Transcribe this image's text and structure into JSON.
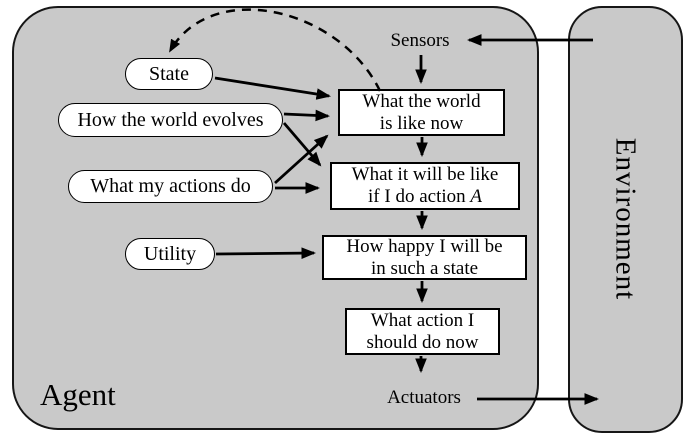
{
  "diagram": {
    "type": "agent-environment flow diagram (utility-based agent)",
    "agent": {
      "label": "Agent"
    },
    "environment": {
      "label": "Environment"
    },
    "io_labels": {
      "sensors": "Sensors",
      "actuators": "Actuators"
    },
    "knowledge_nodes": {
      "state": "State",
      "how_world_evolves": "How the world evolves",
      "what_actions_do": "What my actions do",
      "utility": "Utility"
    },
    "process_boxes": {
      "world_now": {
        "line1": "What the world",
        "line2": "is like now"
      },
      "if_action": {
        "line1": "What it will be like",
        "line2_prefix": "if I do action ",
        "line2_italic": "A"
      },
      "happiness": {
        "line1": "How happy I will be",
        "line2": "in such a state"
      },
      "action": {
        "line1": "What action I",
        "line2": "should do now"
      }
    },
    "edges": [
      {
        "from": "environment",
        "to": "sensors",
        "style": "solid"
      },
      {
        "from": "sensors",
        "to": "world_now",
        "style": "solid"
      },
      {
        "from": "state",
        "to": "world_now",
        "style": "solid"
      },
      {
        "from": "how_world_evolves",
        "to": "world_now",
        "style": "solid"
      },
      {
        "from": "how_world_evolves",
        "to": "if_action",
        "style": "solid"
      },
      {
        "from": "what_actions_do",
        "to": "world_now",
        "style": "solid"
      },
      {
        "from": "what_actions_do",
        "to": "if_action",
        "style": "solid"
      },
      {
        "from": "world_now",
        "to": "if_action",
        "style": "solid"
      },
      {
        "from": "if_action",
        "to": "happiness",
        "style": "solid"
      },
      {
        "from": "utility",
        "to": "happiness",
        "style": "solid"
      },
      {
        "from": "happiness",
        "to": "action",
        "style": "solid"
      },
      {
        "from": "action",
        "to": "actuators",
        "style": "solid"
      },
      {
        "from": "actuators",
        "to": "environment",
        "style": "solid"
      },
      {
        "from": "world_now",
        "to": "state",
        "style": "dashed"
      }
    ],
    "colors": {
      "panel_fill": "#c9c9c9",
      "box_fill": "#ffffff",
      "stroke": "#000000"
    }
  }
}
